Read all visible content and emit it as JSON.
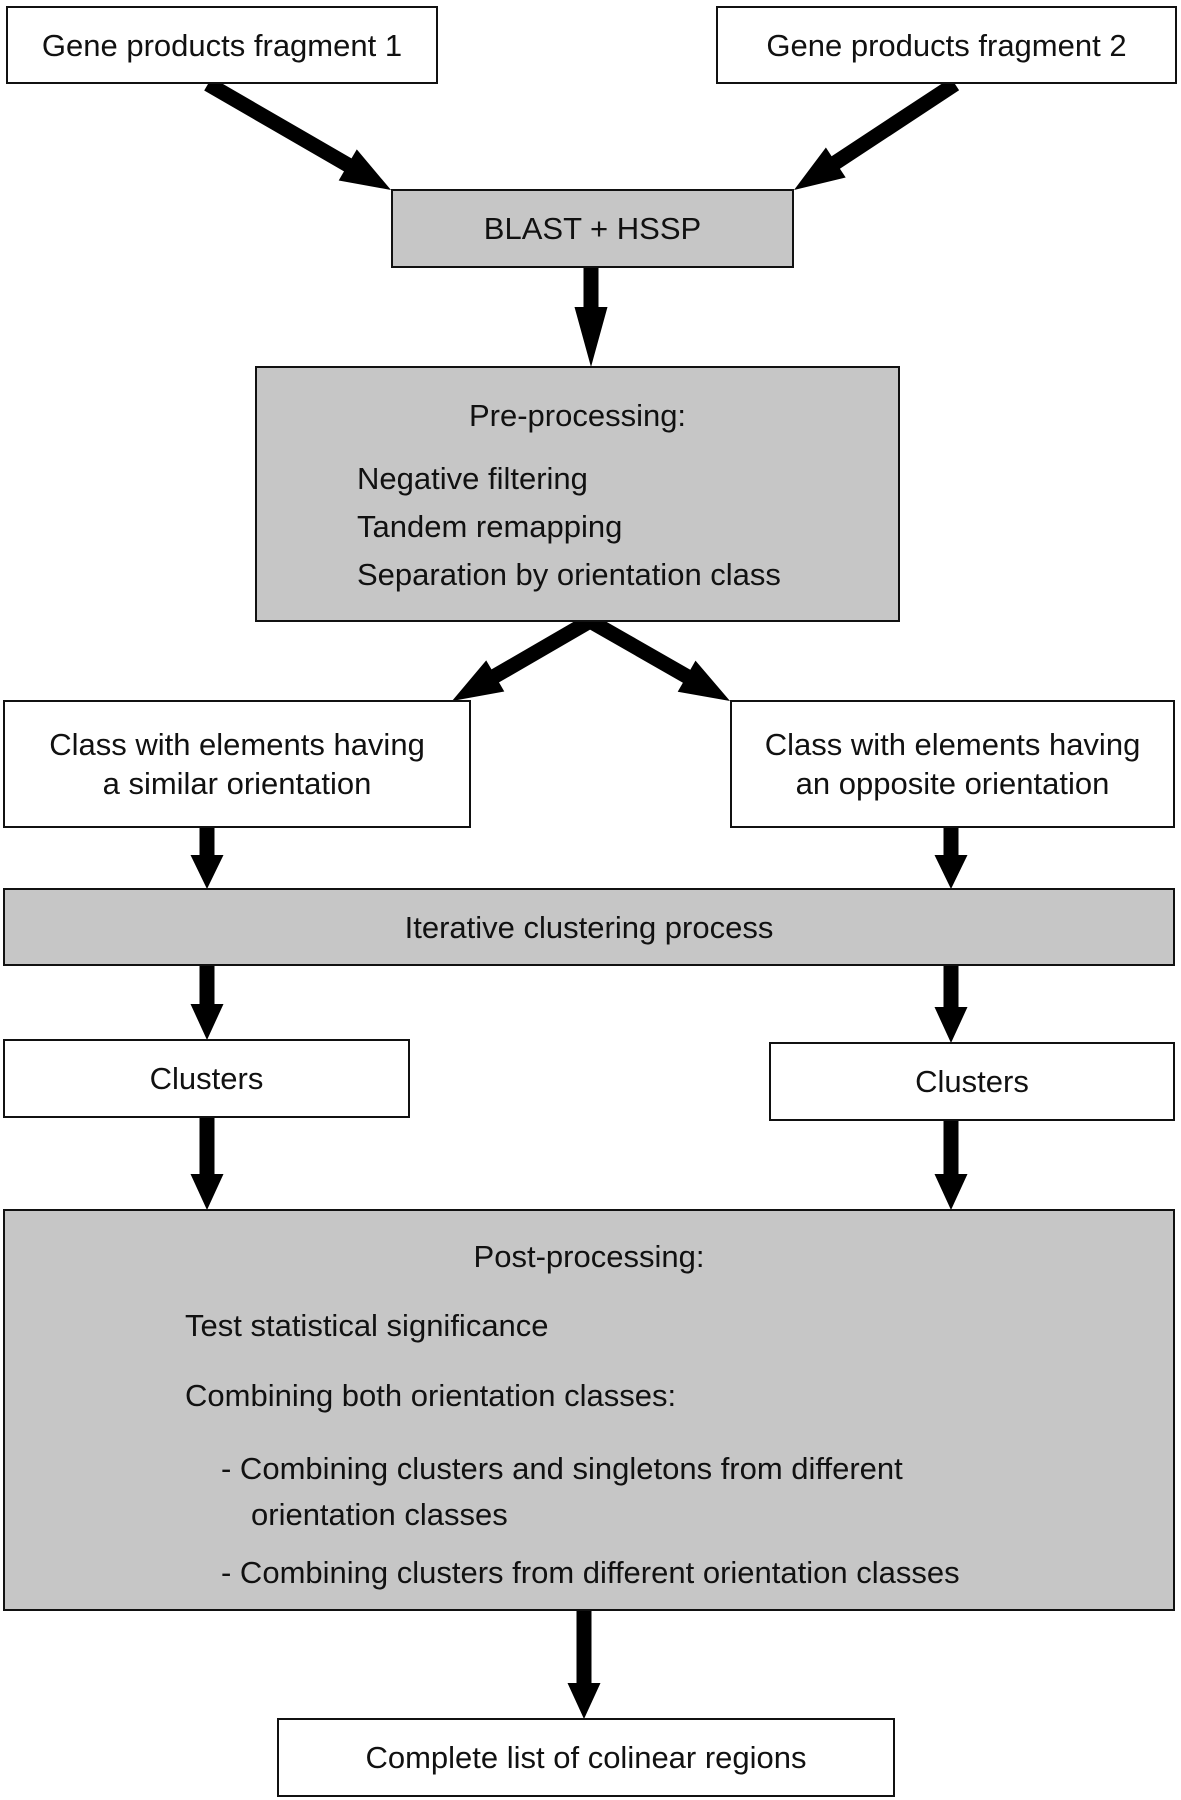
{
  "diagram": {
    "type": "flowchart",
    "colors": {
      "box_fill_white": "#ffffff",
      "box_fill_grey": "#c6c6c6",
      "border": "#111111",
      "arrow": "#000000"
    },
    "nodes": {
      "fragment1": {
        "label": "Gene products fragment 1",
        "style": "white"
      },
      "fragment2": {
        "label": "Gene products fragment 2",
        "style": "white"
      },
      "blast": {
        "label": "BLAST + HSSP",
        "style": "grey"
      },
      "preprocessing": {
        "title": "Pre-processing:",
        "items": [
          "Negative filtering",
          "Tandem remapping",
          "Separation by orientation class"
        ],
        "style": "grey"
      },
      "class_similar": {
        "line1": "Class with elements having",
        "line2": "a similar orientation",
        "style": "white"
      },
      "class_opposite": {
        "line1": "Class with elements having",
        "line2": "an opposite orientation",
        "style": "white"
      },
      "iterative": {
        "label": "Iterative clustering process",
        "style": "grey"
      },
      "clusters_left": {
        "label": "Clusters",
        "style": "white"
      },
      "clusters_right": {
        "label": "Clusters",
        "style": "white"
      },
      "postprocessing": {
        "title": "Post-processing:",
        "item1": "Test statistical significance",
        "item2": "Combining both orientation classes:",
        "sub1_line1": "- Combining clusters and singletons from different",
        "sub1_line2": "orientation classes",
        "sub2": "- Combining clusters from different orientation classes",
        "style": "grey"
      },
      "final": {
        "label": "Complete list of colinear regions",
        "style": "white"
      }
    },
    "edges": [
      {
        "from": "fragment1",
        "to": "blast"
      },
      {
        "from": "fragment2",
        "to": "blast"
      },
      {
        "from": "blast",
        "to": "preprocessing"
      },
      {
        "from": "preprocessing",
        "to": "class_similar"
      },
      {
        "from": "preprocessing",
        "to": "class_opposite"
      },
      {
        "from": "class_similar",
        "to": "iterative"
      },
      {
        "from": "class_opposite",
        "to": "iterative"
      },
      {
        "from": "iterative",
        "to": "clusters_left"
      },
      {
        "from": "iterative",
        "to": "clusters_right"
      },
      {
        "from": "clusters_left",
        "to": "postprocessing"
      },
      {
        "from": "clusters_right",
        "to": "postprocessing"
      },
      {
        "from": "postprocessing",
        "to": "final"
      }
    ]
  }
}
